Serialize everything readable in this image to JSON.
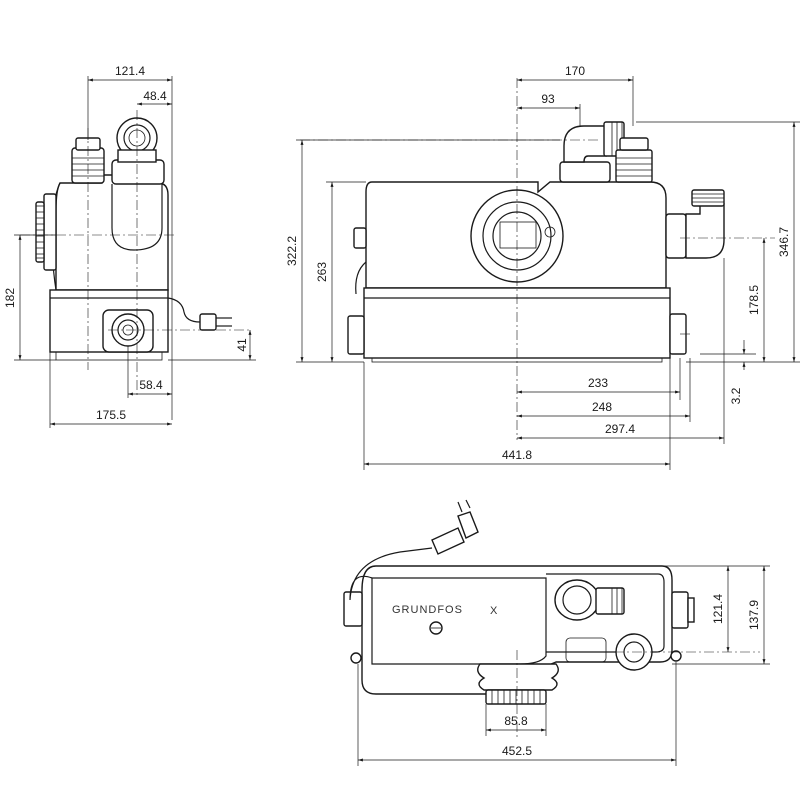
{
  "drawing": {
    "brand": "GRUNDFOS",
    "brand_mark": "X"
  },
  "dims": {
    "side": {
      "w_top": "121.4",
      "w_outlet": "48.4",
      "h_inlet": "182",
      "h_cable": "41",
      "w_inlet": "58.4",
      "w_total": "175.5"
    },
    "front": {
      "w_top": "170",
      "w_outlet": "93",
      "h_total": "322.2",
      "h_body": "263",
      "h_side": "346.7",
      "h_inlet": "178.5",
      "h_base": "3.2",
      "w_233": "233",
      "w_248": "248",
      "w_297": "297.4",
      "w_total": "441.8"
    },
    "top": {
      "h_outlet": "121.4",
      "h_total": "137.9",
      "w_inlet": "85.8",
      "w_total": "452.5"
    }
  }
}
